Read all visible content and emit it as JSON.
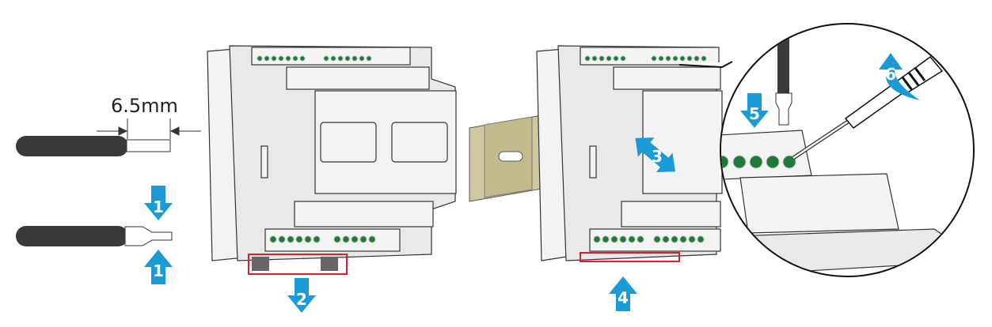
{
  "diagram": {
    "dimension_label": "6.5mm",
    "steps": {
      "strip_crimp_top": "1",
      "strip_crimp_bottom": "1",
      "pull_clip": "2",
      "mount_on_rail": "3",
      "push_clip": "4",
      "insert_wire": "5",
      "tighten_screw": "6"
    },
    "colors": {
      "step_arrow": "#1b9ad8",
      "highlight_box": "#d9212b",
      "terminal_screw": "#1f7a3a",
      "din_rail": "#cfc79d",
      "wire_insulation": "#3a3a3a"
    }
  }
}
